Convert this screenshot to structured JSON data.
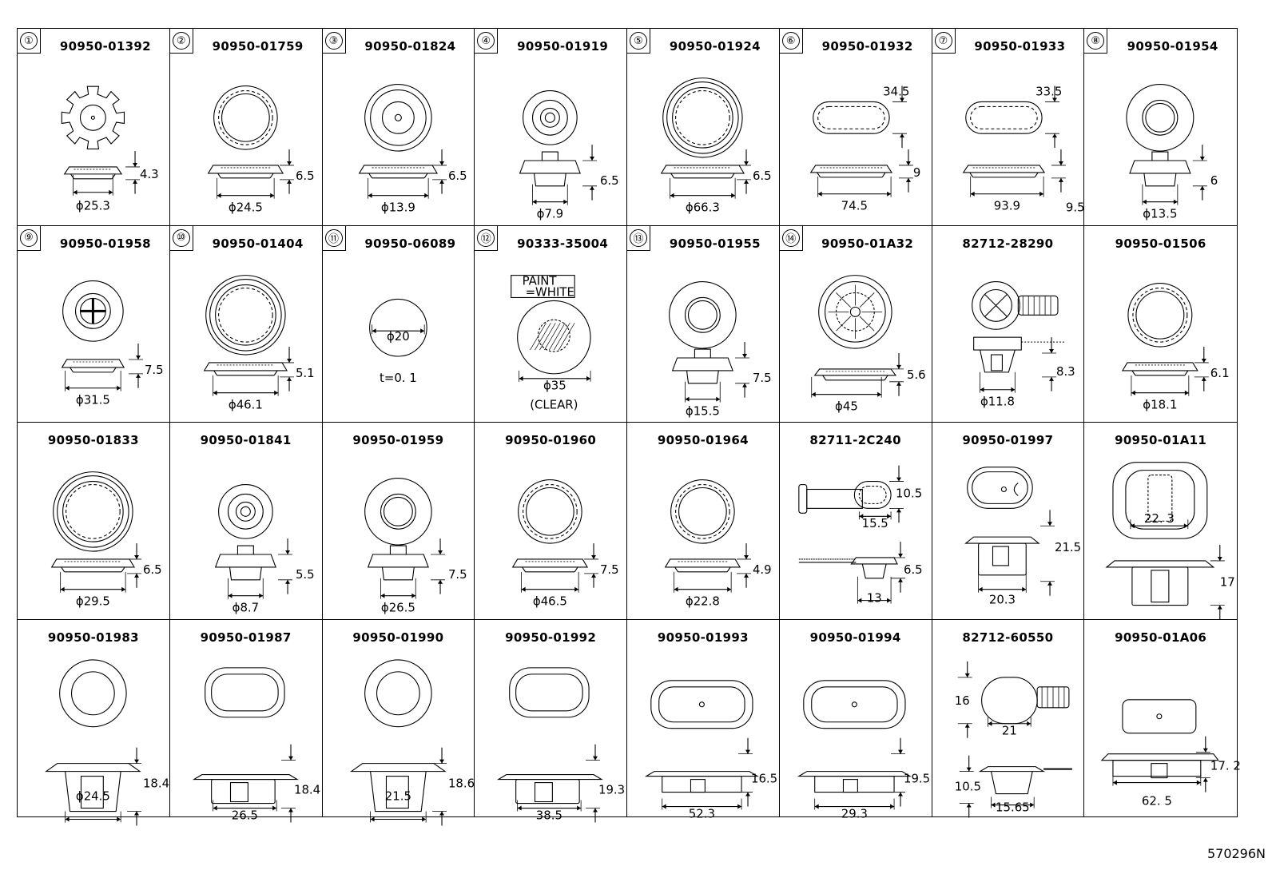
{
  "diagram_code": "570296N",
  "parts": [
    {
      "badge": "①",
      "number": "90950-01392",
      "shape": "toothed",
      "dims": [
        "4.3",
        "ϕ25.3"
      ]
    },
    {
      "badge": "②",
      "number": "90950-01759",
      "shape": "ringdash",
      "dims": [
        "6.5",
        "ϕ24.5"
      ]
    },
    {
      "badge": "③",
      "number": "90950-01824",
      "shape": "rings",
      "dims": [
        "6.5",
        "ϕ13.9"
      ]
    },
    {
      "badge": "④",
      "number": "90950-01919",
      "shape": "smallring",
      "dims": [
        "6.5",
        "ϕ7.9"
      ]
    },
    {
      "badge": "⑤",
      "number": "90950-01924",
      "shape": "bigring",
      "dims": [
        "6.5",
        "ϕ66.3"
      ]
    },
    {
      "badge": "⑥",
      "number": "90950-01932",
      "shape": "oval",
      "dims": [
        "34.5",
        "9",
        "74.5"
      ]
    },
    {
      "badge": "⑦",
      "number": "90950-01933",
      "shape": "oval",
      "dims": [
        "33.5",
        "9.5",
        "93.9"
      ]
    },
    {
      "badge": "⑧",
      "number": "90950-01954",
      "shape": "thickring",
      "dims": [
        "6",
        "ϕ13.5"
      ]
    },
    {
      "badge": "⑨",
      "number": "90950-01958",
      "shape": "cross",
      "dims": [
        "7.5",
        "ϕ31.5"
      ]
    },
    {
      "badge": "⑩",
      "number": "90950-01404",
      "shape": "bigring",
      "dims": [
        "5.1",
        "ϕ46.1"
      ]
    },
    {
      "badge": "⑪",
      "number": "90950-06089",
      "shape": "disc",
      "dims": [
        "ϕ20",
        "t=0. 1"
      ]
    },
    {
      "badge": "⑫",
      "number": "90333-35004",
      "shape": "tape",
      "dims": [
        "PAINT",
        "=WHITE",
        "ϕ35",
        "(CLEAR)"
      ]
    },
    {
      "badge": "⑬",
      "number": "90950-01955",
      "shape": "thickring",
      "dims": [
        "7.5",
        "ϕ15.5"
      ]
    },
    {
      "badge": "⑭",
      "number": "90950-01A32",
      "shape": "spoke",
      "dims": [
        "5.6",
        "ϕ45"
      ]
    },
    {
      "badge": "",
      "number": "82712-28290",
      "shape": "clip",
      "dims": [
        "8.3",
        "ϕ11.8"
      ]
    },
    {
      "badge": "",
      "number": "90950-01506",
      "shape": "ringdash",
      "dims": [
        "6.1",
        "ϕ18.1"
      ]
    },
    {
      "badge": "",
      "number": "90950-01833",
      "shape": "bigring",
      "dims": [
        "6.5",
        "ϕ29.5"
      ]
    },
    {
      "badge": "",
      "number": "90950-01841",
      "shape": "smallring",
      "dims": [
        "5.5",
        "ϕ8.7"
      ]
    },
    {
      "badge": "",
      "number": "90950-01959",
      "shape": "thickring",
      "dims": [
        "7.5",
        "ϕ26.5"
      ]
    },
    {
      "badge": "",
      "number": "90950-01960",
      "shape": "ringdash",
      "dims": [
        "7.5",
        "ϕ46.5"
      ]
    },
    {
      "badge": "",
      "number": "90950-01964",
      "shape": "ringdash",
      "dims": [
        "4.9",
        "ϕ22.8"
      ]
    },
    {
      "badge": "",
      "number": "82711-2C240",
      "shape": "tube",
      "dims": [
        "10.5",
        "15.5",
        "6.5",
        "13"
      ]
    },
    {
      "badge": "",
      "number": "90950-01997",
      "shape": "ovalplug",
      "dims": [
        "21.5",
        "20.3"
      ]
    },
    {
      "badge": "",
      "number": "90950-01A11",
      "shape": "squareplug",
      "dims": [
        "22. 3",
        "17"
      ]
    },
    {
      "badge": "",
      "number": "90950-01983",
      "shape": "plug",
      "dims": [
        "18.4",
        "ϕ24.5"
      ]
    },
    {
      "badge": "",
      "number": "90950-01987",
      "shape": "ovalplug2",
      "dims": [
        "18.4",
        "26.5"
      ]
    },
    {
      "badge": "",
      "number": "90950-01990",
      "shape": "plug",
      "dims": [
        "18.6",
        "21.5"
      ]
    },
    {
      "badge": "",
      "number": "90950-01992",
      "shape": "ovalplug2",
      "dims": [
        "19.3",
        "38.5"
      ]
    },
    {
      "badge": "",
      "number": "90950-01993",
      "shape": "ovalplug3",
      "dims": [
        "16.5",
        "52.3"
      ]
    },
    {
      "badge": "",
      "number": "90950-01994",
      "shape": "ovalplug3",
      "dims": [
        "19.5",
        "29.3"
      ]
    },
    {
      "badge": "",
      "number": "82712-60550",
      "shape": "clip2",
      "dims": [
        "16",
        "21",
        "10.5",
        "15.65"
      ]
    },
    {
      "badge": "",
      "number": "90950-01A06",
      "shape": "flatplug",
      "dims": [
        "17. 2",
        "62. 5"
      ]
    }
  ]
}
